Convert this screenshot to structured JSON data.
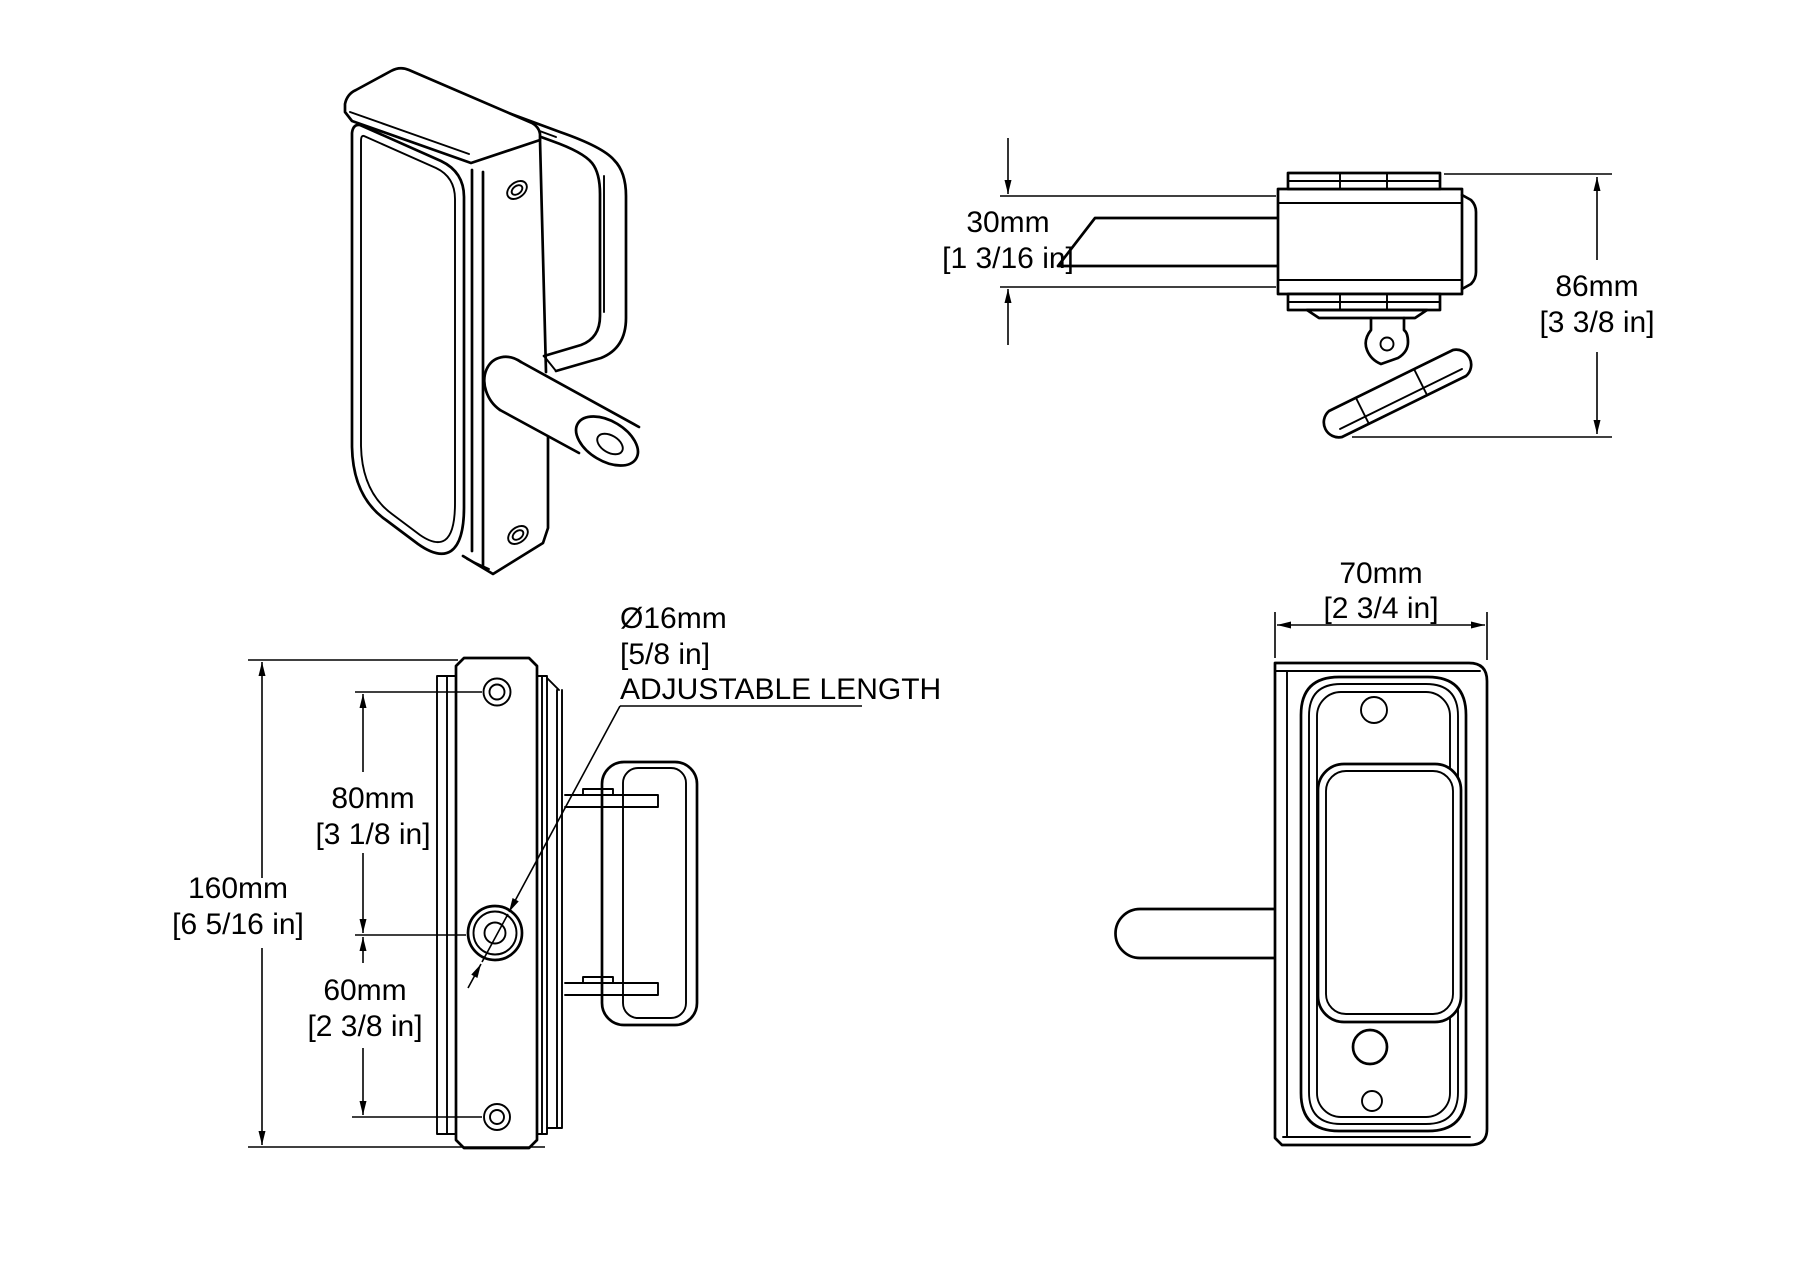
{
  "colors": {
    "background": "#ffffff",
    "line": "#000000",
    "text": "#000000"
  },
  "dimensions": {
    "bolt_width": {
      "mm": "30mm",
      "inch": "[1 3/16 in]"
    },
    "overall_depth": {
      "mm": "86mm",
      "inch": "[3 3/8 in]"
    },
    "plate_height": {
      "mm": "160mm",
      "inch": "[6 5/16 in]"
    },
    "top_hole_to_center": {
      "mm": "80mm",
      "inch": "[3 1/8 in]"
    },
    "center_to_bottom_hole": {
      "mm": "60mm",
      "inch": "[2 3/8 in]"
    },
    "body_width": {
      "mm": "70mm",
      "inch": "[2 3/4 in]"
    },
    "rod_diameter": {
      "mm": "Ø16mm",
      "inch": "[5/8 in]",
      "note": "ADJUSTABLE LENGTH"
    }
  }
}
